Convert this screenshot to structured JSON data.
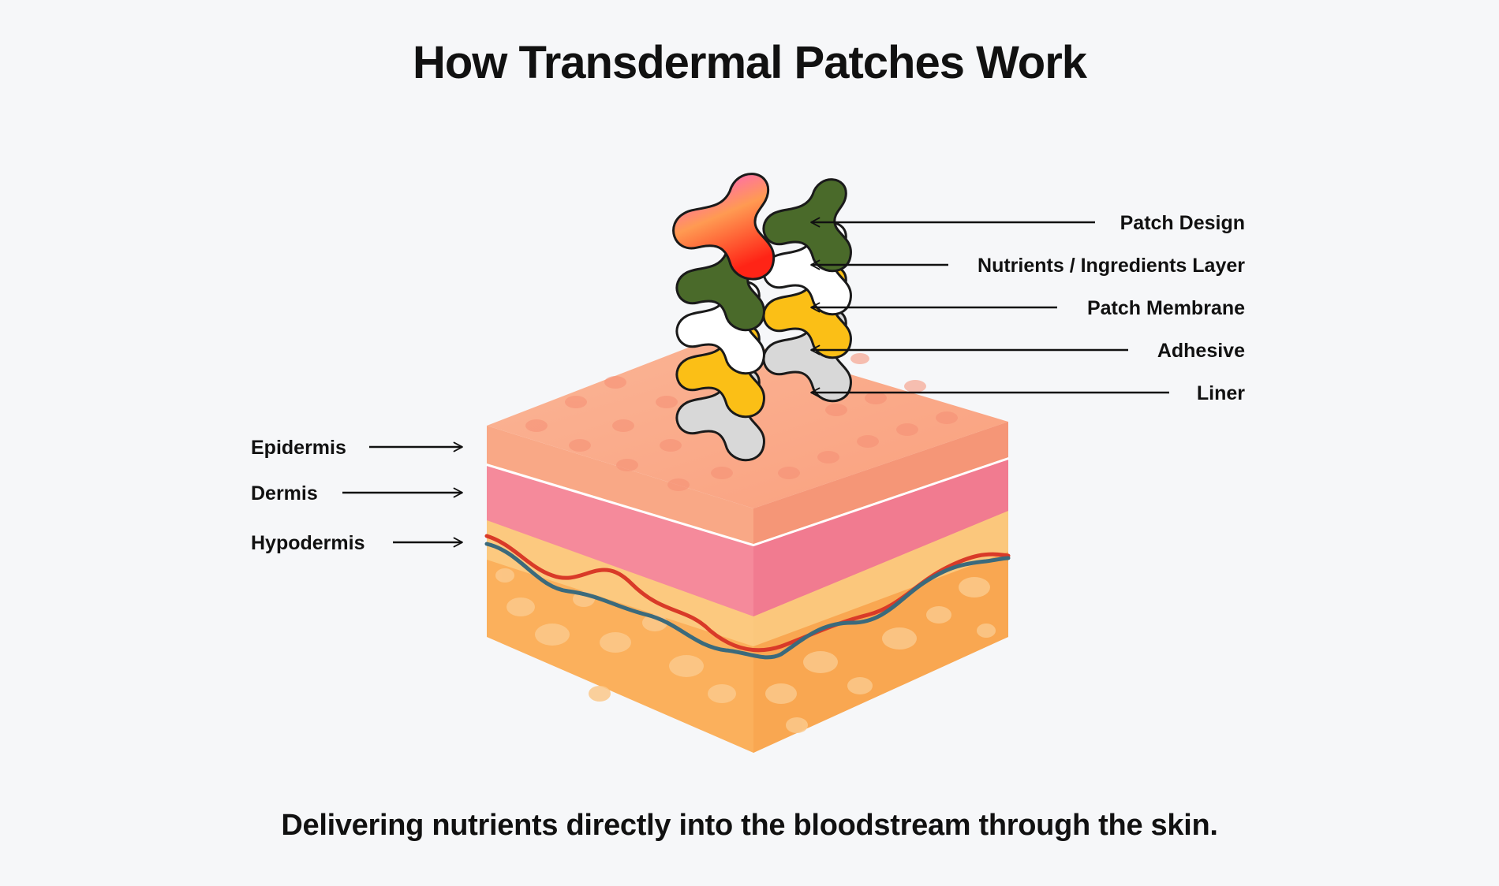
{
  "title": "How Transdermal Patches Work",
  "caption": "Delivering nutrients directly into the bloodstream through the skin.",
  "patch_layers": [
    {
      "label": "Patch Design"
    },
    {
      "label": "Nutrients / Ingredients Layer"
    },
    {
      "label": "Patch Membrane"
    },
    {
      "label": "Adhesive"
    },
    {
      "label": "Liner"
    }
  ],
  "skin_layers": [
    {
      "label": "Epidermis"
    },
    {
      "label": "Dermis"
    },
    {
      "label": "Hypodermis"
    }
  ],
  "colors": {
    "background": "#f6f7f9",
    "epidermis": "#f8a98a",
    "dermis": "#f5899a",
    "hypodermis": "#fbb15d",
    "patch_gradient": [
      "#ff4fe0",
      "#ff8a5c",
      "#ff2a1a"
    ],
    "nutrients": "#4a6a2a",
    "membrane": "#ffffff",
    "adhesive": "#fbbf16",
    "liner": "#d9d9d9",
    "artery": "#d93a2a",
    "vein": "#3b6a7a"
  }
}
